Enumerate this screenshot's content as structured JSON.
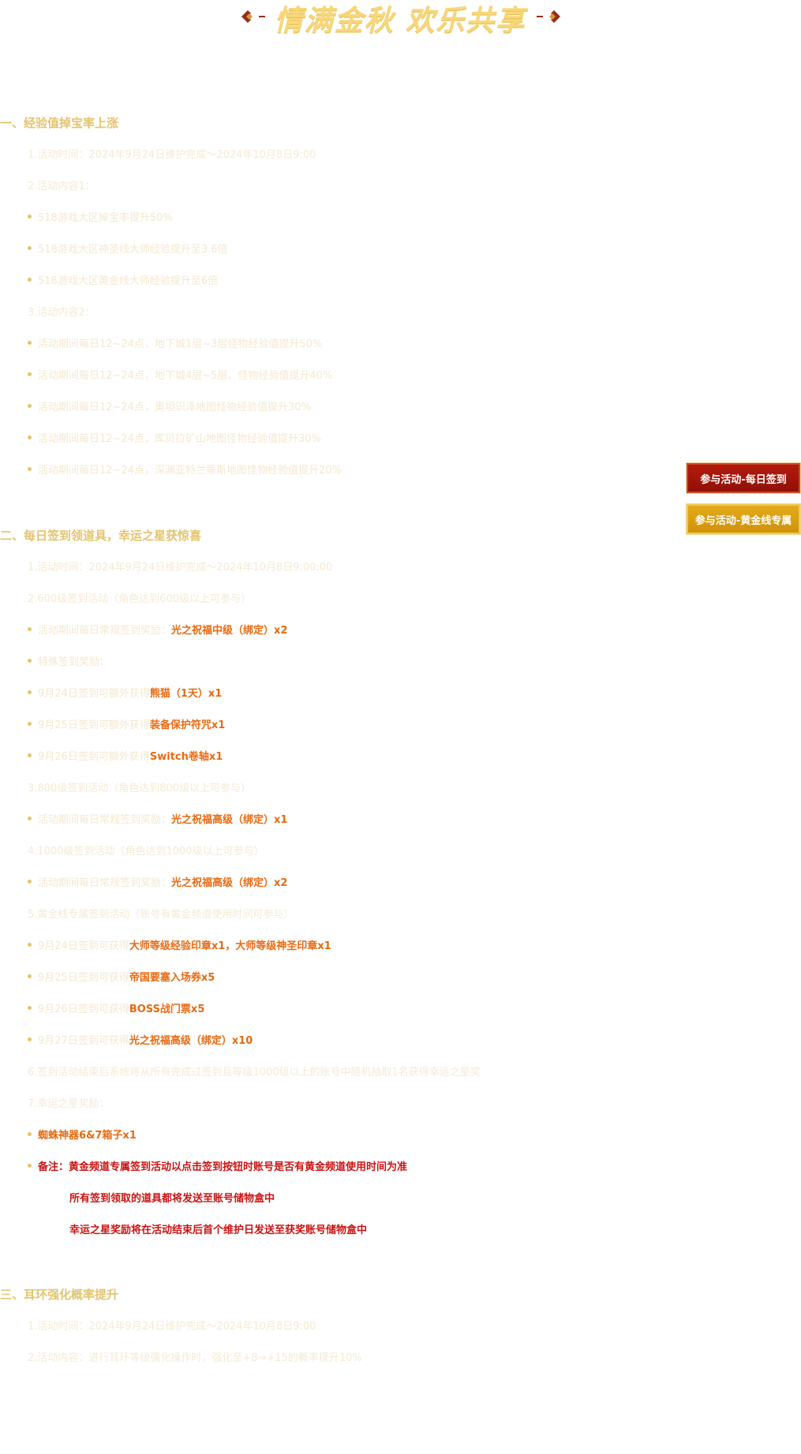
{
  "banner": {
    "title": "情满金秋 欢乐共享"
  },
  "side_buttons": {
    "daily_signin": "参与活动-每日签到",
    "golden_line": "参与活动-黄金线专属"
  },
  "section1": {
    "title": "一、经验值掉宝率上涨",
    "time": "1.活动时间：2024年9月24日维护完成～2024年10月8日9:00",
    "content1_label": "2.活动内容1：",
    "content1_items": [
      "518游戏大区掉宝率提升50%",
      "518游戏大区神圣线大师经验提升至3.6倍",
      "518游戏大区黄金线大师经验提升至6倍"
    ],
    "content2_label": "3.活动内容2：",
    "content2_items": [
      "活动期间每日12~24点，地下城1层~3层怪物经验值提升50%",
      "活动期间每日12~24点，地下城4层~5层、怪物经验值提升40%",
      "活动期间每日12~24点，奥坦识泽地图怪物经验值提升30%",
      "活动期间每日12~24点，库贝拉矿山地图怪物经验值提升30%",
      "活动期间每日12~24点，深渊亚特兰蒂斯地图怪物经验值提升20%"
    ]
  },
  "section2": {
    "title": "二、每日签到领道具，幸运之星获惊喜",
    "time": "1.活动时间：2024年9月24日维护完成～2024年10月8日9:00:00",
    "l600": "2.600级签到活动（角色达到600级以上可参与）",
    "l600_daily_prefix": "活动期间每日常规签到奖励：",
    "l600_daily_reward": "光之祝福中级（绑定）x2",
    "special_label": "特殊签到奖励：",
    "special": [
      {
        "prefix": "9月24日签到可额外获得",
        "reward": "熊猫（1天）x1"
      },
      {
        "prefix": "9月25日签到可额外获得",
        "reward": "装备保护符咒x1"
      },
      {
        "prefix": "9月26日签到可额外获得",
        "reward": "Switch卷轴x1"
      }
    ],
    "l800": "3.800级签到活动（角色达到800级以上可参与）",
    "l800_prefix": "活动期间每日常规签到奖励：",
    "l800_reward": "光之祝福高级（绑定）x1",
    "l1000": "4.1000级签到活动（角色达到1000级以上可参与）",
    "l1000_prefix": "活动期间每日常规签到奖励：",
    "l1000_reward": "光之祝福高级（绑定）x2",
    "golden": "5.黄金线专属签到活动（账号有黄金频道使用时间可参与）",
    "golden_items": [
      {
        "prefix": "9月24日签到可获得",
        "reward": "大师等级经验印章x1，大师等级神圣印章x1"
      },
      {
        "prefix": "9月25日签到可获得",
        "reward": "帝国要塞入场券x5"
      },
      {
        "prefix": "9月26日签到可获得",
        "reward": "BOSS战门票x5"
      },
      {
        "prefix": "9月27日签到可获得",
        "reward": "光之祝福高级（绑定）x10"
      }
    ],
    "lucky_desc": "6.签到活动结束后系统将从所有完成过签到且等级1000级以上的账号中随机抽取1名获得幸运之星奖",
    "lucky_label": "7.幸运之星奖励：",
    "lucky_reward": "蜘蛛神器6&7箱子x1",
    "note_label": "备注：",
    "notes": [
      "黄金频道专属签到活动以点击签到按钮时账号是否有黄金频道使用时间为准",
      "所有签到领取的道具都将发送至账号储物盒中",
      "幸运之星奖励将在活动结束后首个维护日发送至获奖账号储物盒中"
    ]
  },
  "section3": {
    "title": "三、耳环强化概率提升",
    "time": "1.活动时间：2024年9月24日维护完成～2024年10月8日9:00",
    "content": "2.活动内容：进行耳环等级强化操作时，强化至+8→+15的概率提升10%"
  }
}
